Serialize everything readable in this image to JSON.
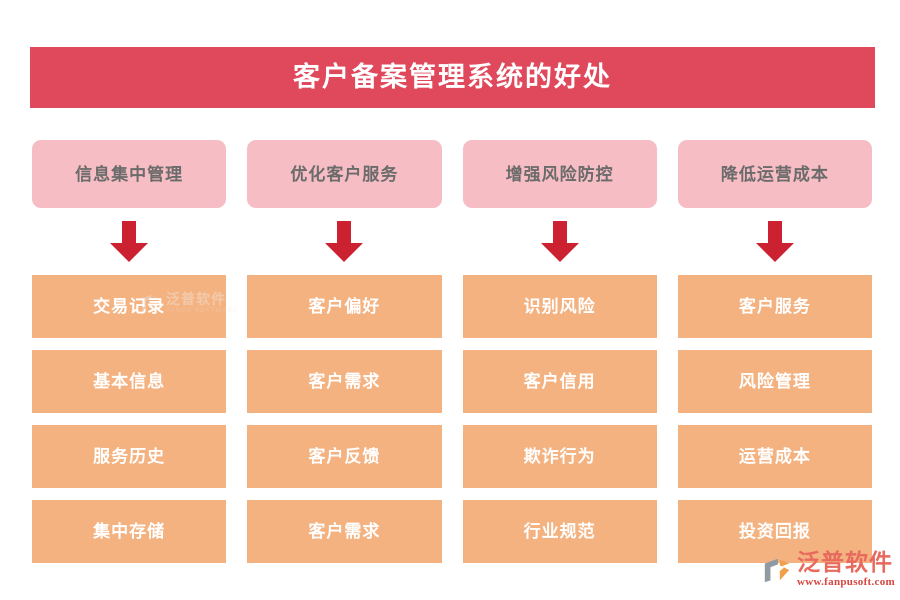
{
  "title": {
    "text": "客户备案管理系统的好处",
    "banner_color": "#e0495c",
    "text_color": "#ffffff"
  },
  "colors": {
    "banner": "#e0495c",
    "header_pill": "#f6bdc4",
    "header_text": "#6b6b6b",
    "cell": "#f4b280",
    "cell_text": "#ffffff",
    "arrow": "#cc2131",
    "page_background": "#ffffff",
    "watermark_cn": "#e86a5e",
    "watermark_url": "#d6453f"
  },
  "icons": {
    "arrow_down": "arrow-down-icon",
    "logo_mark": "fanpu-logo-icon"
  },
  "columns": [
    {
      "header": "信息集中管理",
      "arrow": "arrow-down-icon",
      "items": [
        "交易记录",
        "基本信息",
        "服务历史",
        "集中存储"
      ]
    },
    {
      "header": "优化客户服务",
      "arrow": "arrow-down-icon",
      "items": [
        "客户偏好",
        "客户需求",
        "客户反馈",
        "客户需求"
      ]
    },
    {
      "header": "增强风险防控",
      "arrow": "arrow-down-icon",
      "items": [
        "识别风险",
        "客户信用",
        "欺诈行为",
        "行业规范"
      ]
    },
    {
      "header": "降低运营成本",
      "arrow": "arrow-down-icon",
      "items": [
        "客户服务",
        "风险管理",
        "运营成本",
        "投资回报"
      ]
    }
  ],
  "watermark_inline": {
    "cn": "泛普软件",
    "en": "FANPU SOFTWARE"
  },
  "watermark_corner": {
    "cn": "泛普软件",
    "url": "www.fanpusoft.com"
  }
}
